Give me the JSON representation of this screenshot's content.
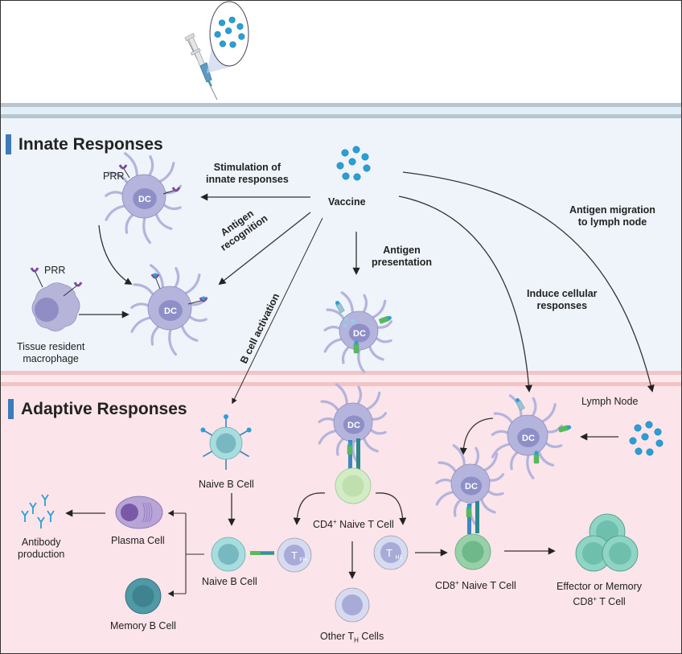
{
  "sections": {
    "innate": {
      "title": "Innate Responses",
      "background": "#eef4fa",
      "band_color": "#b7c5cf"
    },
    "adaptive": {
      "title": "Adaptive Responses",
      "background": "#fbe4ea",
      "band_color": "#f2c4c6"
    },
    "accent_color": "#3d7ab8"
  },
  "colors": {
    "dc_cell": "#b4b4dc",
    "dc_nucleus": "#8f8fc7",
    "antigen": "#2a9fd6",
    "prr": "#7b4a9a",
    "b_cell": "#a8dde0",
    "b_cell_nucleus": "#78b8c0",
    "cd4_cell": "#d4ecc6",
    "cd8_cell": "#98d0a8",
    "th_cell": "#d6dbf0",
    "memory_b": "#4e9aa6",
    "plasma": "#b9a4d8",
    "effector": "#8fd4c4"
  },
  "labels": {
    "vaccine": "Vaccine",
    "stimulation": [
      "Stimulation of",
      "innate responses"
    ],
    "antigen_recognition": [
      "Antigen",
      "recognition"
    ],
    "antigen_presentation": [
      "Antigen",
      "presentation"
    ],
    "b_cell_activation": "B cell activation",
    "induce_cellular": [
      "Induce cellular",
      "responses"
    ],
    "antigen_migration": [
      "Antigen migration",
      "to lymph node"
    ],
    "prr_top": "PRR",
    "prr_macrophage": "PRR",
    "macrophage": [
      "Tissue resident",
      "macrophage"
    ],
    "dc": "DC",
    "lymph_node": "Lymph Node",
    "naive_b_top": "Naive B Cell",
    "naive_b_bottom": "Naive B Cell",
    "plasma_cell": "Plasma Cell",
    "memory_b_cell": "Memory B Cell",
    "antibody": [
      "Antibody",
      "production"
    ],
    "cd4_prefix": "CD4",
    "cd4_sup": "+",
    "cd4_suffix": " Naive T Cell",
    "cd8_prefix": "CD8",
    "cd8_sup": "+",
    "cd8_suffix": " Naive T Cell",
    "tfh_main": "T",
    "tfh_sub": "FH",
    "th1_main": "T",
    "th1_sub": "H1",
    "other_th_prefix": "Other T",
    "other_th_sub": "H",
    "other_th_suffix": " Cells",
    "effector_line1": "Effector or Memory",
    "effector_line2_prefix": "CD8",
    "effector_line2_sup": "+",
    "effector_line2_suffix": " T Cell"
  }
}
